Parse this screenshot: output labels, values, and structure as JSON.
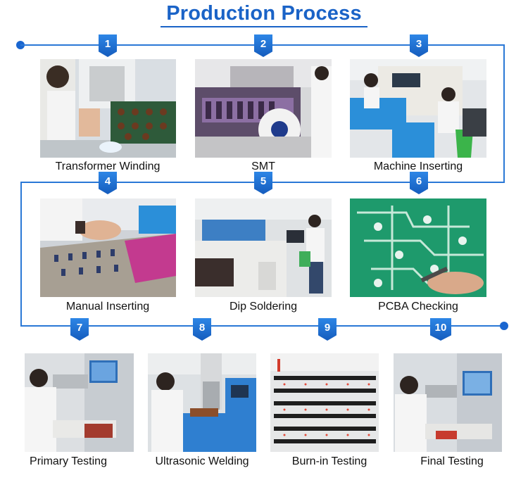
{
  "title": "Production Process",
  "steps": [
    {
      "number": "1",
      "label": "Transformer Winding"
    },
    {
      "number": "2",
      "label": "SMT"
    },
    {
      "number": "3",
      "label": "Machine Inserting"
    },
    {
      "number": "4",
      "label": "Manual Inserting"
    },
    {
      "number": "5",
      "label": "Dip Soldering"
    },
    {
      "number": "6",
      "label": "PCBA Checking"
    },
    {
      "number": "7",
      "label": "Primary Testing"
    },
    {
      "number": "8",
      "label": "Ultrasonic Welding"
    },
    {
      "number": "9",
      "label": "Burn-in Testing"
    },
    {
      "number": "10",
      "label": "Final Testing"
    }
  ],
  "colors": {
    "accent": "#1a63c7",
    "line": "#2a78d6"
  }
}
